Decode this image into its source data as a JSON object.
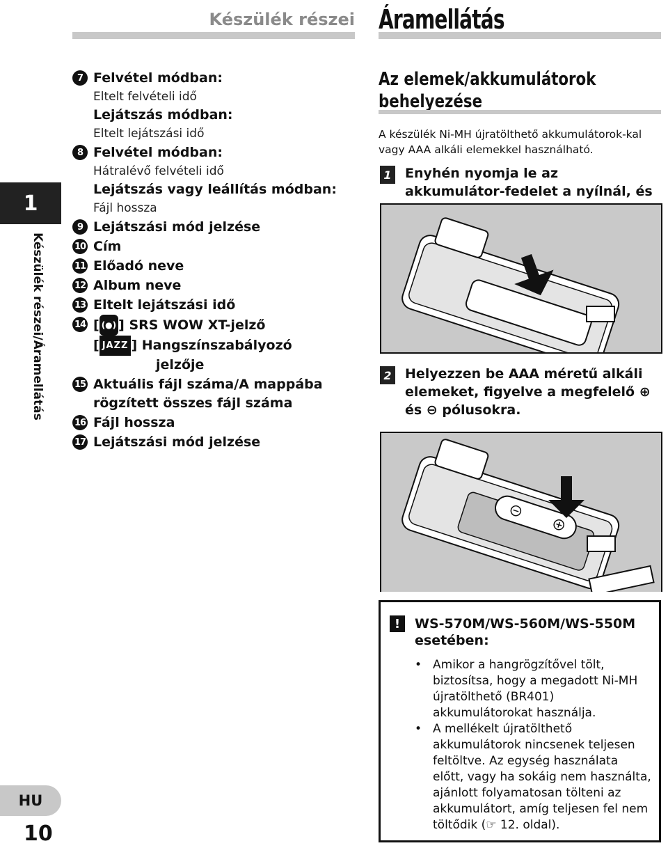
{
  "header": {
    "left": "Készülék részei",
    "right": "Áramellátás"
  },
  "side": {
    "chapter": "1",
    "text": "Készülék részei/Áramellátás"
  },
  "list": [
    {
      "num": "7",
      "title": "Felvétel módban:"
    },
    {
      "sub": "Eltelt felvételi idő"
    },
    {
      "subb": "Lejátszás módban:"
    },
    {
      "sub": "Eltelt lejátszási idő"
    },
    {
      "num": "8",
      "title": "Felvétel módban:"
    },
    {
      "sub": "Hátralévő felvételi idő"
    },
    {
      "subb": "Lejátszás vagy leállítás módban:"
    },
    {
      "sub": "Fájl hossza"
    },
    {
      "num": "9",
      "title": "Lejátszási mód jelzése"
    },
    {
      "num": "10",
      "title": "Cím"
    },
    {
      "num": "11",
      "title": "Előadó neve"
    },
    {
      "num": "12",
      "title": "Album neve"
    },
    {
      "num": "13",
      "title": "Eltelt lejátszási idő"
    }
  ],
  "item14": {
    "num": "14",
    "srs_label": "] SRS WOW XT-jelző",
    "jazz_icon": "JAZZ",
    "eq_label": "] Hangszínszabályozó",
    "eq_label2": "jelzője"
  },
  "list2": [
    {
      "num": "15",
      "title": "Aktuális fájl száma/A mappába",
      "title2": "rögzített összes fájl száma"
    },
    {
      "num": "16",
      "title": "Fájl hossza"
    },
    {
      "num": "17",
      "title": "Lejátszási mód jelzése"
    }
  ],
  "section": {
    "title_line1": "Az elemek/akkumulátorok",
    "title_line2": "behelyezése",
    "intro": "A készülék Ni-MH újratölthető akkumulátorok-kal vagy AAA alkáli elemekkel használható.",
    "step1_num": "1",
    "step1_text": "Enyhén nyomja le az akkumulátor-fedelet a nyílnál, és csúsztassa ki.",
    "step2_num": "2",
    "step2_text": "Helyezzen be AAA méretű alkáli elemeket, figyelve a megfelelő ⊕ és ⊖ pólusokra."
  },
  "note": {
    "icon": "!",
    "title": "WS-570M/WS-560M/WS-550M esetében:",
    "bullets": [
      "Amikor a hangrögzítővel tölt, biztosítsa, hogy a megadott Ni-MH újratölthető (BR401) akkumulátorokat használja.",
      "A mellékelt újratölthető akkumulátorok nincsenek teljesen feltöltve. Az egység használata előtt, vagy ha sokáig nem használta, ajánlott folyamatosan tölteni az akkumulátort, amíg teljesen fel nem töltődik (☞ 12. oldal)."
    ]
  },
  "footer": {
    "lang": "HU",
    "page": "10"
  }
}
